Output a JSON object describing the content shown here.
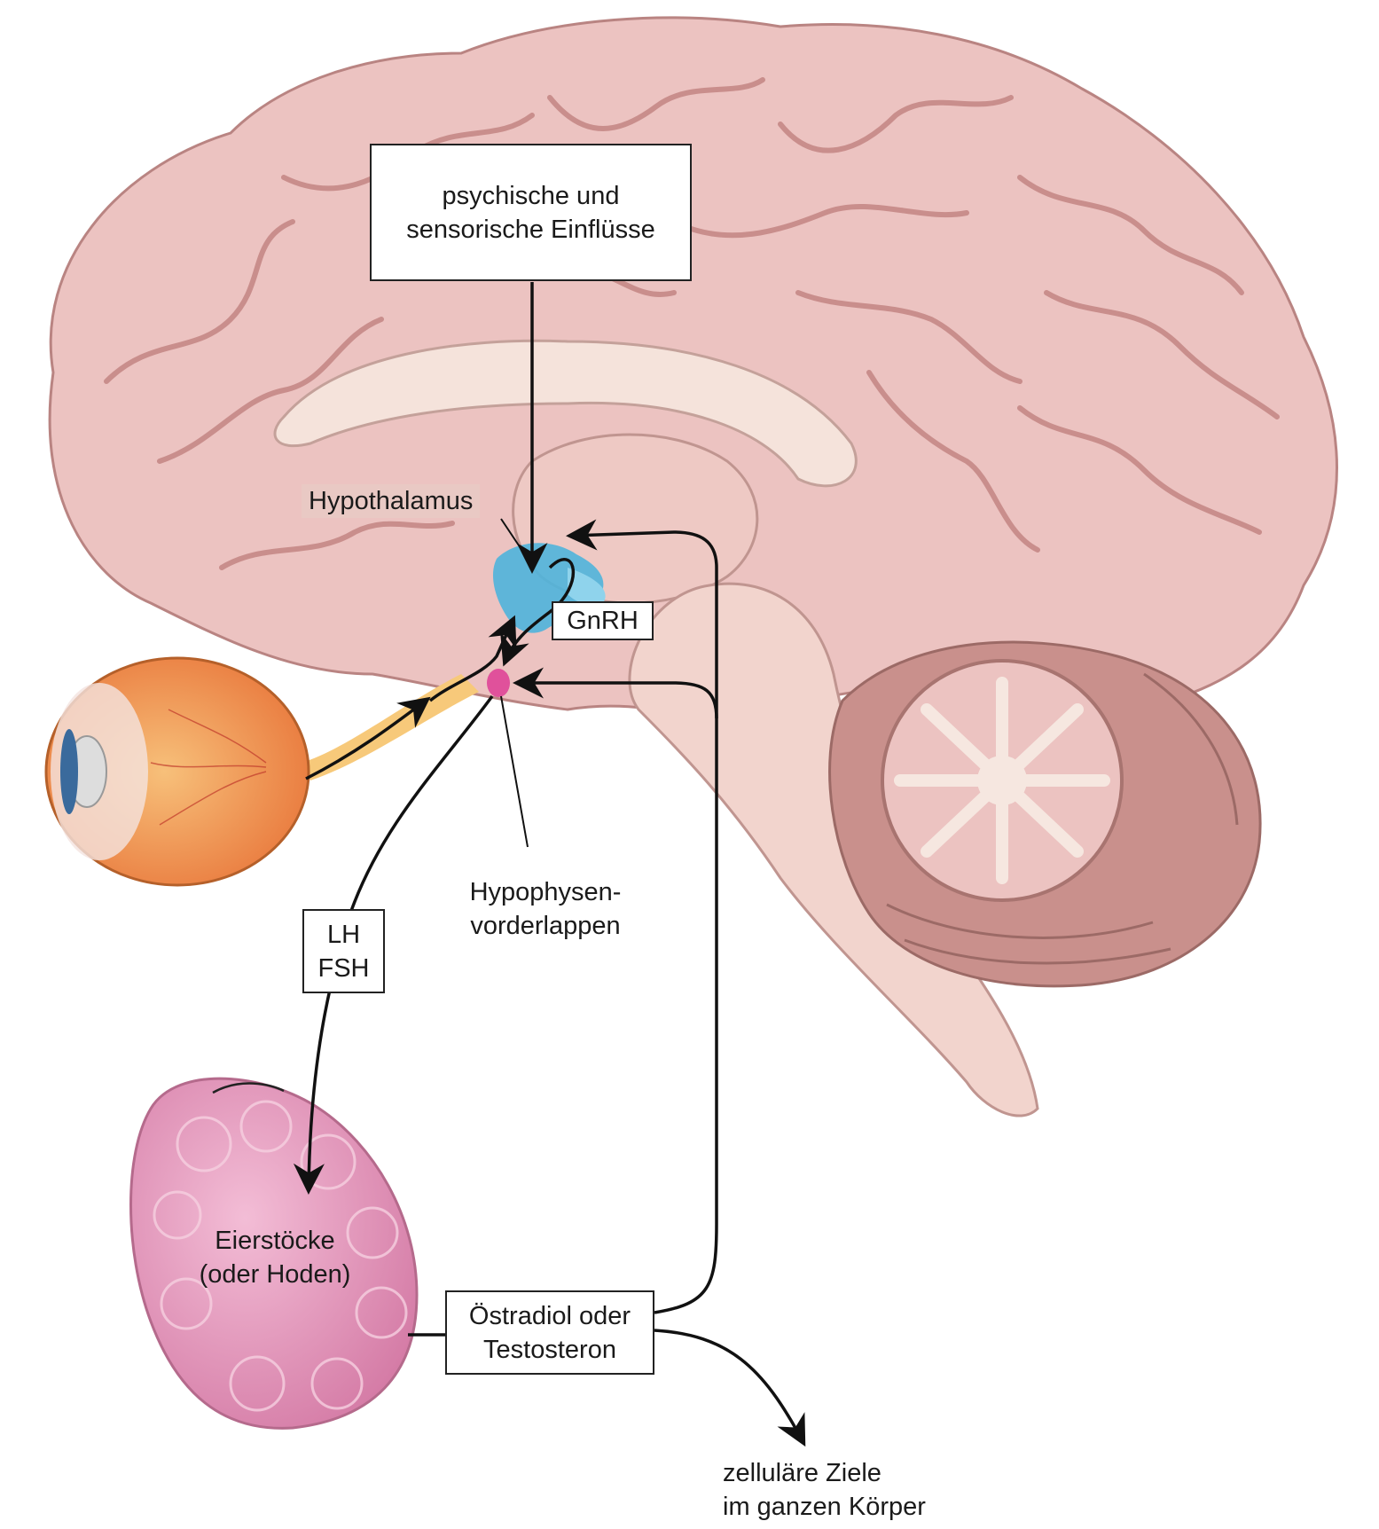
{
  "labels": {
    "influences": [
      "psychische und",
      "sensorische Einflüsse"
    ],
    "hypothalamus": "Hypothalamus",
    "gnrh": "GnRH",
    "pituitary": [
      "Hypophysen-",
      "vorderlappen"
    ],
    "lh_fsh": [
      "LH",
      "FSH"
    ],
    "gonads": [
      "Eierstöcke",
      "(oder Hoden)"
    ],
    "hormones": [
      "Östradiol oder",
      "Testosteron"
    ],
    "targets": [
      "zelluläre Ziele",
      "im ganzen Körper"
    ]
  },
  "colors": {
    "brain": "#ecc3c1",
    "brain_dark": "#c98e8c",
    "brain_light": "#f3dcd2",
    "white_matter": "#f5e3db",
    "hypothalamus": "#4fb4dc",
    "pituitary": "#e0519b",
    "eye": "#f2a05a",
    "optic_nerve": "#f7c97a",
    "gonad": "#e79ec0",
    "arrow": "#111111"
  }
}
